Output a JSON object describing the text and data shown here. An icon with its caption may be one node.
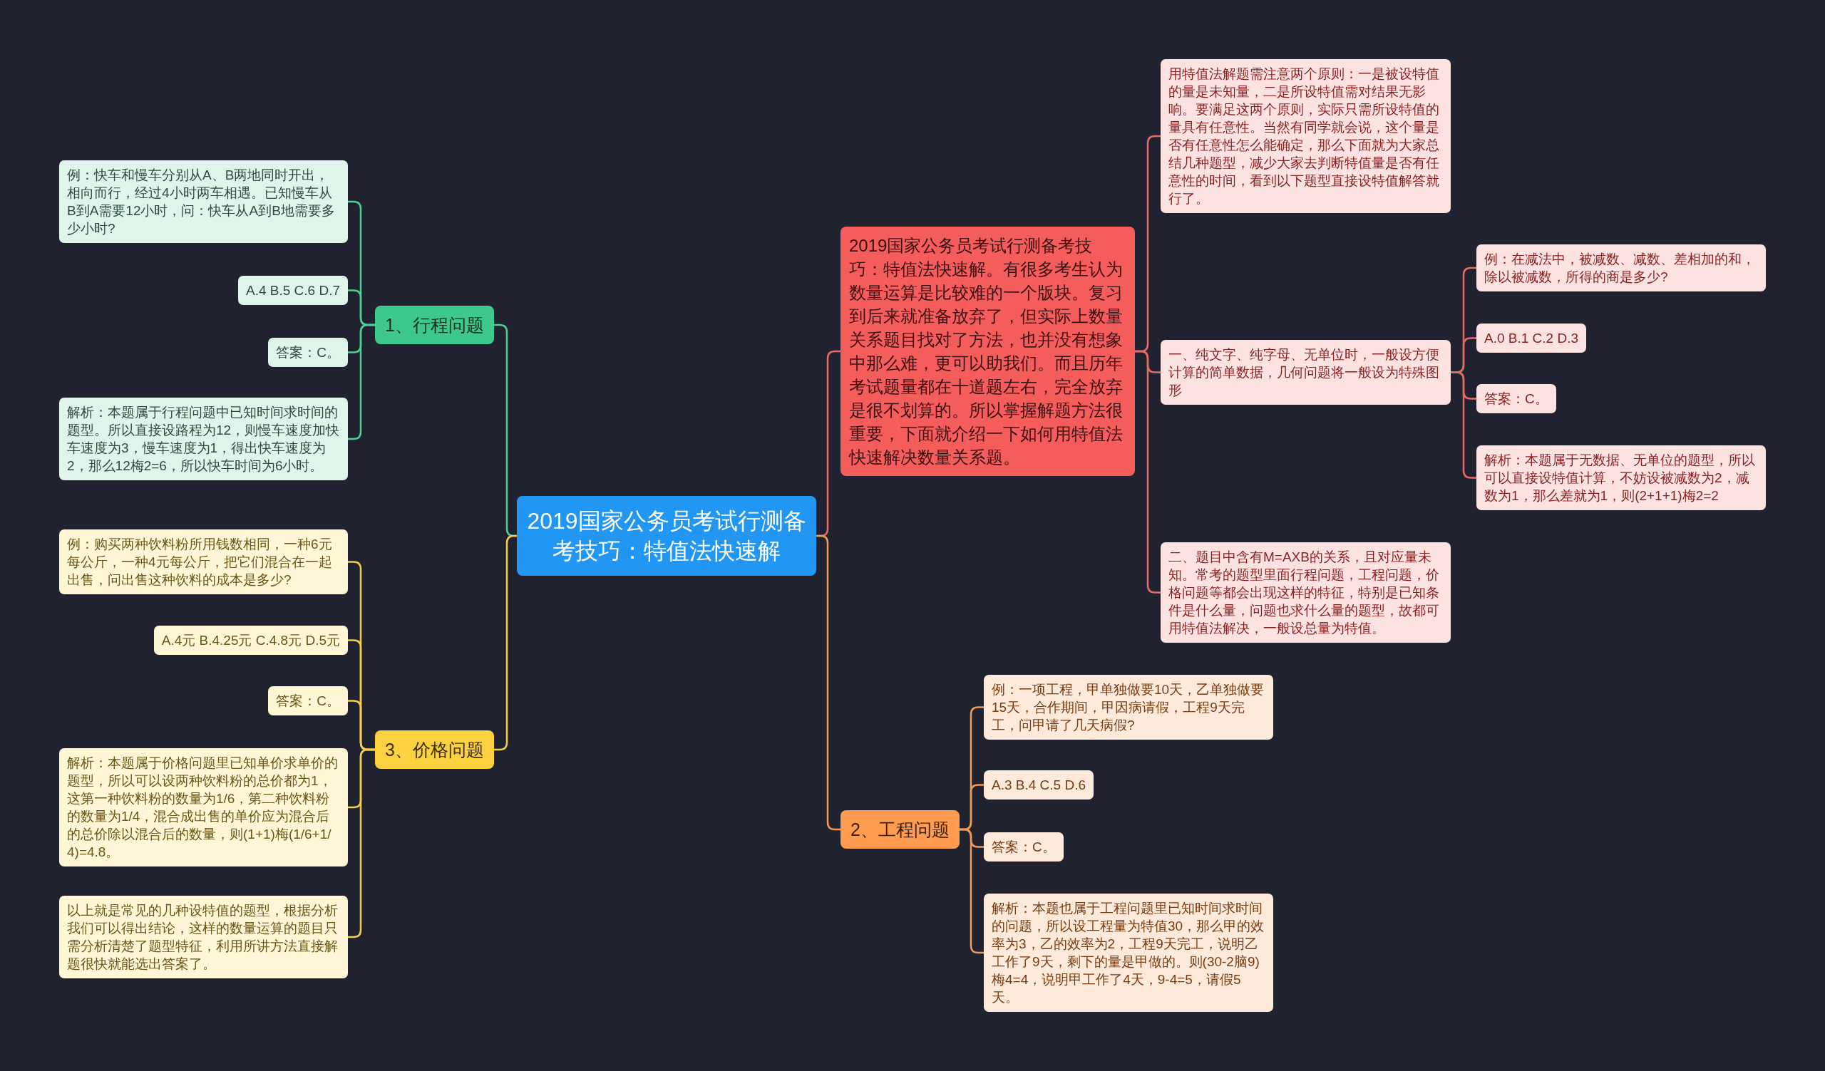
{
  "diagram": {
    "nodes": [
      {
        "text": [
          "2019国家公务员考试行测备考技巧：特值法快速解"
        ]
      },
      {
        "text": [
          "1、行程问题"
        ]
      },
      {
        "text": [
          "例：快车和慢车分别从A、B两地同时开出，相向而行，经过4小时两车相遇。已知慢车从B到A需要12小时，问：快车从A到B地需要多少小时?"
        ]
      },
      {
        "text": [
          "A.4 B.5 C.6 D.7"
        ]
      },
      {
        "text": [
          "答案：C。"
        ]
      },
      {
        "text": [
          "解析：本题属于行程问题中已知时间求时间的题型。所以直接设路程为12，则慢车速度加快车速度为3，慢车速度为1，得出快车速度为2，那么12梅2=6，所以快车时间为6小时。"
        ]
      },
      {
        "text": [
          "3、价格问题"
        ]
      },
      {
        "text": [
          "例：购买两种饮料粉所用钱数相同，一种6元每公斤，一种4元每公斤，把它们混合在一起出售，问出售这种饮料的成本是多少?"
        ]
      },
      {
        "text": [
          "A.4元 B.4.25元 C.4.8元 D.5元"
        ]
      },
      {
        "text": [
          "答案：C。"
        ]
      },
      {
        "text": [
          "解析：本题属于价格问题里已知单价求单价的题型，所以可以设两种饮料粉的总价都为1，这第一种饮料粉的数量为1/6，第二种饮料粉的数量为1/4，混合成出售的单价应为混合后的总价除以混合后的数量，则(1+1)梅(1/6+1/4)=4.8。"
        ]
      },
      {
        "text": [
          "以上就是常见的几种设特值的题型，根据分析我们可以得出结论，这样的数量运算的题目只需分析清楚了题型特征，利用所讲方法直接解题很快就能选出答案了。"
        ]
      },
      {
        "text": [
          "2019国家公务员考试行测备考技巧：特值法快速解。有很多考生认为数量运算是比较难的一个版块。复习到后来就准备放弃了，但实际上数量关系题目找对了方法，也并没有想象中那么难，更可以助我们。而且历年考试题量都在十道题左右，完全放弃是很不划算的。所以掌握解题方法很重要，下面就介绍一下如何用特值法快速解决数量关系题。"
        ]
      },
      {
        "text": [
          "用特值法解题需注意两个原则：一是被设特值的量是未知量，二是所设特值需对结果无影响。要满足这两个原则，实际只需所设特值的量具有任意性。当然有同学就会说，这个量是否有任意性怎么能确定，那么下面就为大家总结几种题型，减少大家去判断特值量是否有任意性的时间，看到以下题型直接设特值解答就行了。"
        ]
      },
      {
        "text": [
          "一、纯文字、纯字母、无单位时，一般设方便计算的简单数据，几何问题将一般设为特殊图形"
        ]
      },
      {
        "text": [
          "例：在减法中，被减数、减数、差相加的和，除以被减数，所得的商是多少?"
        ]
      },
      {
        "text": [
          "A.0 B.1 C.2 D.3"
        ]
      },
      {
        "text": [
          "答案：C。"
        ]
      },
      {
        "text": [
          "解析：本题属于无数据、无单位的题型，所以可以直接设特值计算，不妨设被减数为2，减数为1，那么差就为1，则(2+1+1)梅2=2"
        ]
      },
      {
        "text": [
          "二、题目中含有M=AXB的关系，且对应量未知。常考的题型里面行程问题，工程问题，价格问题等都会出现这样的特征，特别是已知条件是什么量，问题也求什么量的题型，故都可用特值法解决，一般设总量为特值。"
        ]
      },
      {
        "text": [
          "2、工程问题"
        ]
      },
      {
        "text": [
          "例：一项工程，甲单独做要10天，乙单独做要15天，合作期间，甲因病请假，工程9天完工，问甲请了几天病假?"
        ]
      },
      {
        "text": [
          "A.3 B.4 C.5 D.6"
        ]
      },
      {
        "text": [
          "答案：C。"
        ]
      },
      {
        "text": [
          "解析：本题也属于工程问题里已知时间求时间的问题，所以设工程量为特值30，那么甲的效率为3，乙的效率为2，工程9天完工，说明乙工作了9天，剩下的量是甲做的。则(30-2脑9)梅4=4，说明甲工作了4天，9-4=5，请假5天。"
        ]
      }
    ],
    "edges": [
      {
        "from": 0,
        "to": 1,
        "arrow": "none",
        "color": "#4fcf93"
      },
      {
        "from": 1,
        "to": 2,
        "arrow": "none",
        "color": "#4fcf93"
      },
      {
        "from": 1,
        "to": 3,
        "arrow": "none",
        "color": "#4fcf93"
      },
      {
        "from": 1,
        "to": 4,
        "arrow": "none",
        "color": "#4fcf93"
      },
      {
        "from": 1,
        "to": 5,
        "arrow": "none",
        "color": "#4fcf93"
      },
      {
        "from": 0,
        "to": 6,
        "arrow": "none",
        "color": "#f5cf4a"
      },
      {
        "from": 6,
        "to": 7,
        "arrow": "none",
        "color": "#f5cf4a"
      },
      {
        "from": 6,
        "to": 8,
        "arrow": "none",
        "color": "#f5cf4a"
      },
      {
        "from": 6,
        "to": 9,
        "arrow": "none",
        "color": "#f5cf4a"
      },
      {
        "from": 6,
        "to": 10,
        "arrow": "none",
        "color": "#f5cf4a"
      },
      {
        "from": 6,
        "to": 11,
        "arrow": "none",
        "color": "#f5cf4a"
      },
      {
        "from": 0,
        "to": 12,
        "arrow": "none"
      },
      {
        "from": 12,
        "to": 13,
        "arrow": "none"
      },
      {
        "from": 12,
        "to": 14,
        "arrow": "none"
      },
      {
        "from": 14,
        "to": 15,
        "arrow": "none"
      },
      {
        "from": 14,
        "to": 16,
        "arrow": "none"
      },
      {
        "from": 14,
        "to": 17,
        "arrow": "none"
      },
      {
        "from": 14,
        "to": 18,
        "arrow": "none"
      },
      {
        "from": 12,
        "to": 19,
        "arrow": "none"
      },
      {
        "from": 0,
        "to": 20,
        "arrow": "none",
        "color": "#f29a55"
      },
      {
        "from": 20,
        "to": 21,
        "arrow": "none",
        "color": "#f29a55"
      },
      {
        "from": 20,
        "to": 22,
        "arrow": "none",
        "color": "#f29a55"
      },
      {
        "from": 20,
        "to": 23,
        "arrow": "none",
        "color": "#f29a55"
      },
      {
        "from": 20,
        "to": 24,
        "arrow": "none",
        "color": "#f29a55"
      }
    ]
  }
}
